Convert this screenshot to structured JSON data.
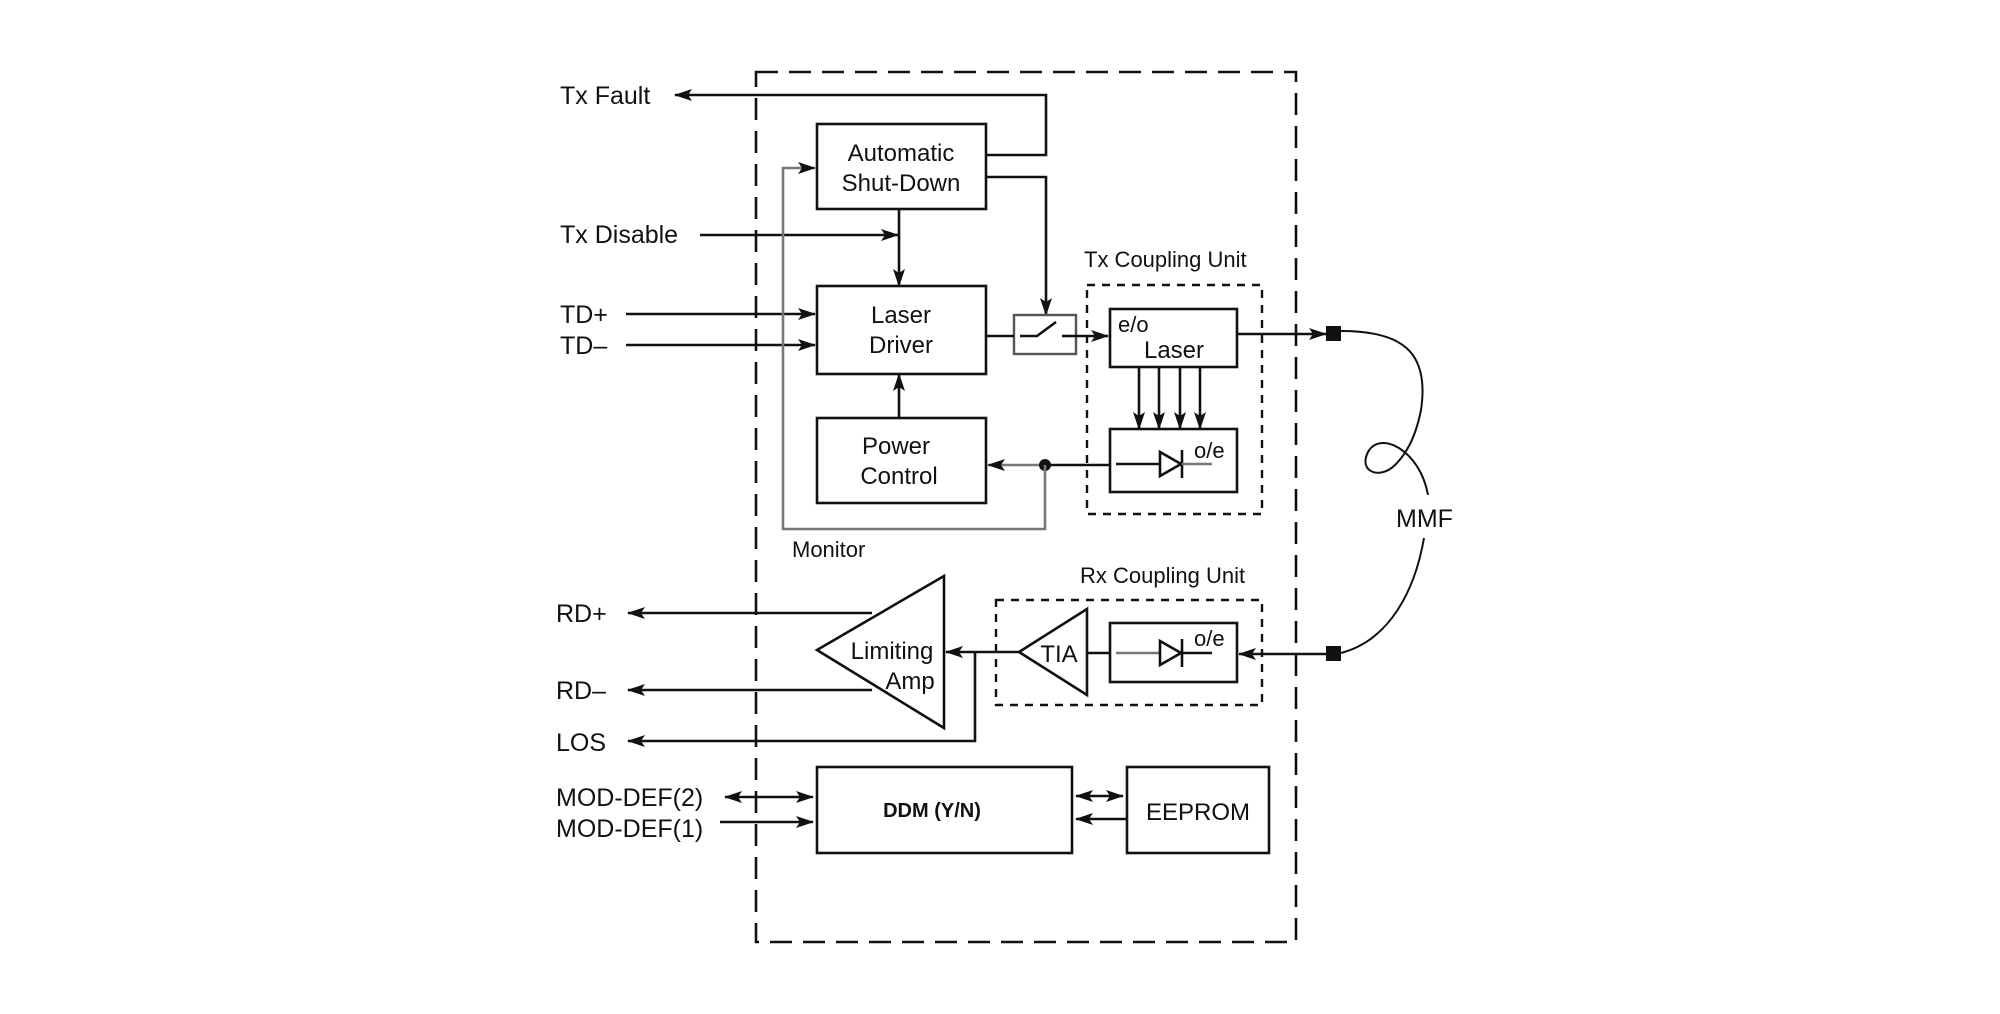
{
  "diagram": {
    "title": "SFP transceiver module block diagram",
    "signals_left": {
      "tx_fault": "Tx Fault",
      "tx_disable": "Tx Disable",
      "td_plus": "TD+",
      "td_minus": "TD–",
      "rd_plus": "RD+",
      "rd_minus": "RD–",
      "los": "LOS",
      "mod_def_2": "MOD-DEF(2)",
      "mod_def_1": "MOD-DEF(1)"
    },
    "blocks": {
      "asd_line1": "Automatic",
      "asd_line2": "Shut-Down",
      "laser_driver_line1": "Laser",
      "laser_driver_line2": "Driver",
      "power_control_line1": "Power",
      "power_control_line2": "Control",
      "laser_eo": "e/o",
      "laser": "Laser",
      "monitor_oe": "o/e",
      "rx_oe": "o/e",
      "tia": "TIA",
      "limiting_amp_line1": "Limiting",
      "limiting_amp_line2": "Amp",
      "ddm": "DDM (Y/N)",
      "eeprom": "EEPROM"
    },
    "groups": {
      "tx_coupling_unit": "Tx Coupling Unit",
      "rx_coupling_unit": "Rx Coupling Unit",
      "monitor": "Monitor"
    },
    "fiber_label": "MMF"
  }
}
